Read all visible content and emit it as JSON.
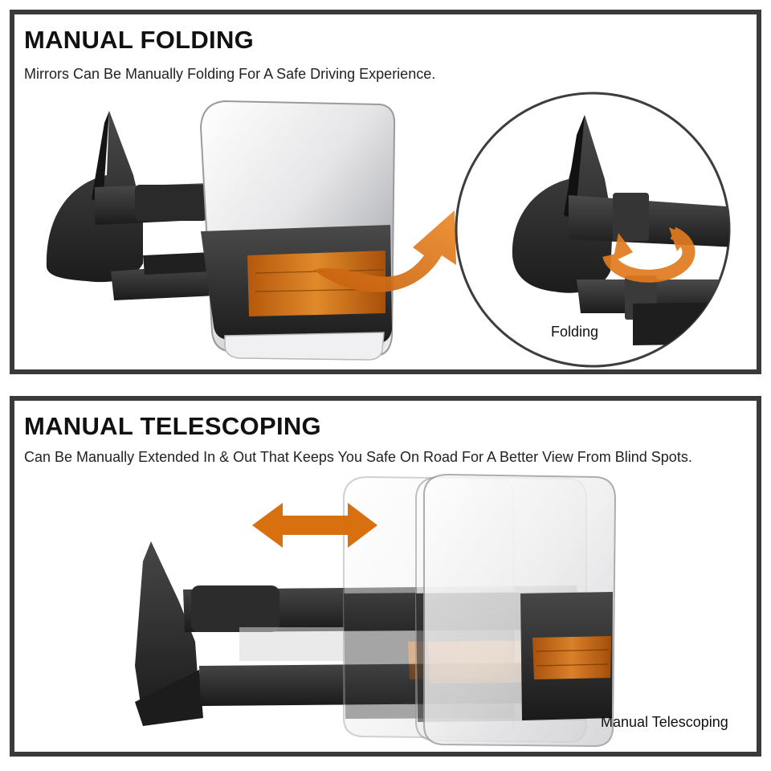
{
  "colors": {
    "frame": "#3a3a3a",
    "arrow_orange": "#e07a1f",
    "amber_lamp": "#d9730f",
    "mirror_black": "#2b2b2b",
    "chrome": "#e8e8ea"
  },
  "folding": {
    "title": "MANUAL FOLDING",
    "description": "Mirrors Can Be Manually Folding For A Safe Driving Experience.",
    "caption": "Folding",
    "icons": [
      "curved-arrow-icon",
      "rotate-arrow-icon"
    ]
  },
  "telescoping": {
    "title": "MANUAL TELESCOPING",
    "description": "Can Be Manually Extended In & Out That Keeps You Safe On Road For A Better View From Blind Spots.",
    "caption": "Manual Telescoping",
    "icons": [
      "double-arrow-icon"
    ]
  }
}
